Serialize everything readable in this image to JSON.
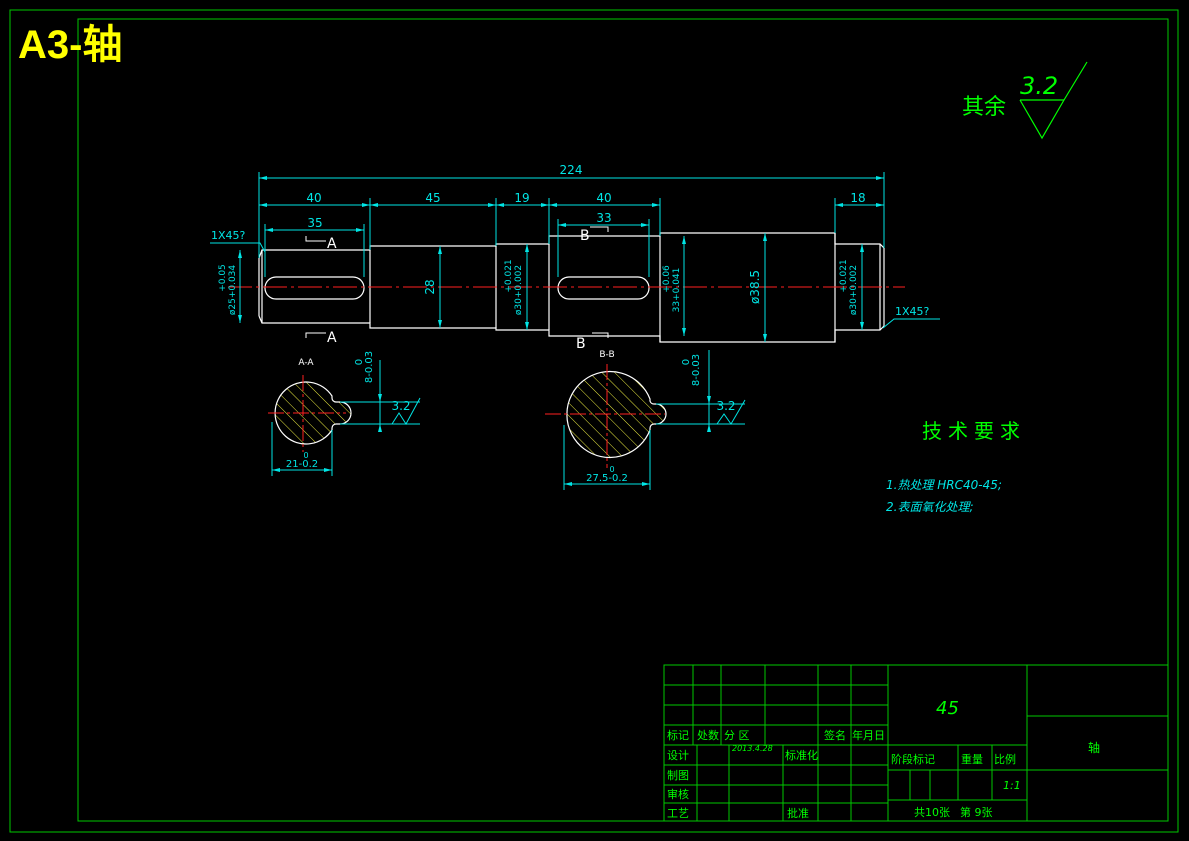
{
  "title": "A3-轴",
  "colors": {
    "background": "#000000",
    "frame": "#00c800",
    "outline": "#ffffff",
    "dimension": "#00e5e5",
    "text_green": "#00ff00",
    "centerline": "#ff2020",
    "hatch": "#e8e840",
    "title_yellow": "#ffff00"
  },
  "roughness": {
    "prefix": "其余",
    "value": "3.2",
    "section_value_a": "3.2",
    "section_value_b": "3.2"
  },
  "dims": {
    "overall": "224",
    "seg1": "40",
    "seg2": "45",
    "seg3": "19",
    "seg4": "40",
    "seg5": "18",
    "key1": "35",
    "key2": "33",
    "d1": "ø25+0.034",
    "d1_tol": "+0.05",
    "d2": "28",
    "d3": "ø30+0.002",
    "d3_tol": "+0.021",
    "d4": "33+0.041",
    "d4_tol": "+0.06",
    "d5": "ø38.5",
    "d6": "ø30+0.002",
    "d6_tol": "+0.021",
    "chamfer_left": "1X45?",
    "chamfer_right": "1X45?",
    "key_width_a": "8-0.03",
    "key_width_a_tol": "0",
    "key_width_b": "8-0.03",
    "key_width_b_tol": "0",
    "depth_a": "21-0.2",
    "depth_a_tol": "0",
    "depth_b": "27.5-0.2",
    "depth_b_tol": "0"
  },
  "section_labels": {
    "a": "A",
    "b": "B",
    "view_a": "A-A",
    "view_b": "B-B"
  },
  "tech": {
    "heading": "技术要求",
    "line1": "1.热处理 HRC40-45;",
    "line2": "2.表面氧化处理;"
  },
  "titleblock": {
    "material": "45",
    "part_name": "轴",
    "h_mark": "标记",
    "h_count": "处数",
    "h_zone": "分 区",
    "h_sign": "签名",
    "h_date": "年月日",
    "design": "设计",
    "date": "2013.4.28",
    "standard": "标准化",
    "drawing": "制图",
    "check": "审核",
    "process": "工艺",
    "approve": "批准",
    "stage": "阶段标记",
    "weight": "重量",
    "scale_label": "比例",
    "scale": "1:1",
    "sheets": "共10张",
    "sheet_no": "第 9张"
  }
}
